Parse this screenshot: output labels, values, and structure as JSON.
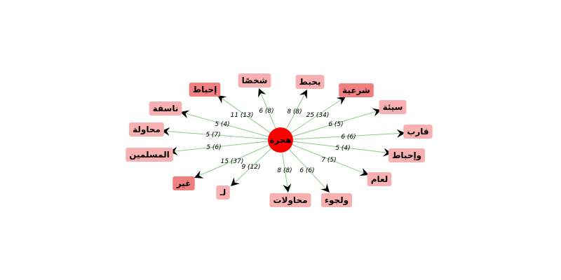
{
  "graph": {
    "center": {
      "label": "هجرة",
      "color": "#ff0000"
    },
    "edge_color": "#8cc98c",
    "node_colors": {
      "light": "#f8b0b0",
      "dark": "#f08080"
    },
    "nodes": [
      {
        "label": "شخصًا",
        "edge_label": "6 (8)",
        "shade": "light"
      },
      {
        "label": "يحبط",
        "edge_label": "8 (8)",
        "shade": "light"
      },
      {
        "label": "شرعية",
        "edge_label": "25 (34)",
        "shade": "dark"
      },
      {
        "label": "سيئة",
        "edge_label": "6 (5)",
        "shade": "light"
      },
      {
        "label": "قارب",
        "edge_label": "6 (6)",
        "shade": "light"
      },
      {
        "label": "وإحباط",
        "edge_label": "5 (4)",
        "shade": "light"
      },
      {
        "label": "لعام",
        "edge_label": "7 (5)",
        "shade": "light"
      },
      {
        "label": "ولجوء",
        "edge_label": "6 (6)",
        "shade": "light"
      },
      {
        "label": "محاولات",
        "edge_label": "8 (8)",
        "shade": "light"
      },
      {
        "label": "لـ",
        "edge_label": "9 (12)",
        "shade": "light"
      },
      {
        "label": "غير",
        "edge_label": "15 (37)",
        "shade": "dark"
      },
      {
        "label": "المسلمين",
        "edge_label": "5 (6)",
        "shade": "light"
      },
      {
        "label": "محاولة",
        "edge_label": "5 (7)",
        "shade": "light"
      },
      {
        "label": "ناسفة",
        "edge_label": "5 (4)",
        "shade": "light"
      },
      {
        "label": "إحباط",
        "edge_label": "11 (13)",
        "shade": "dark"
      }
    ]
  }
}
